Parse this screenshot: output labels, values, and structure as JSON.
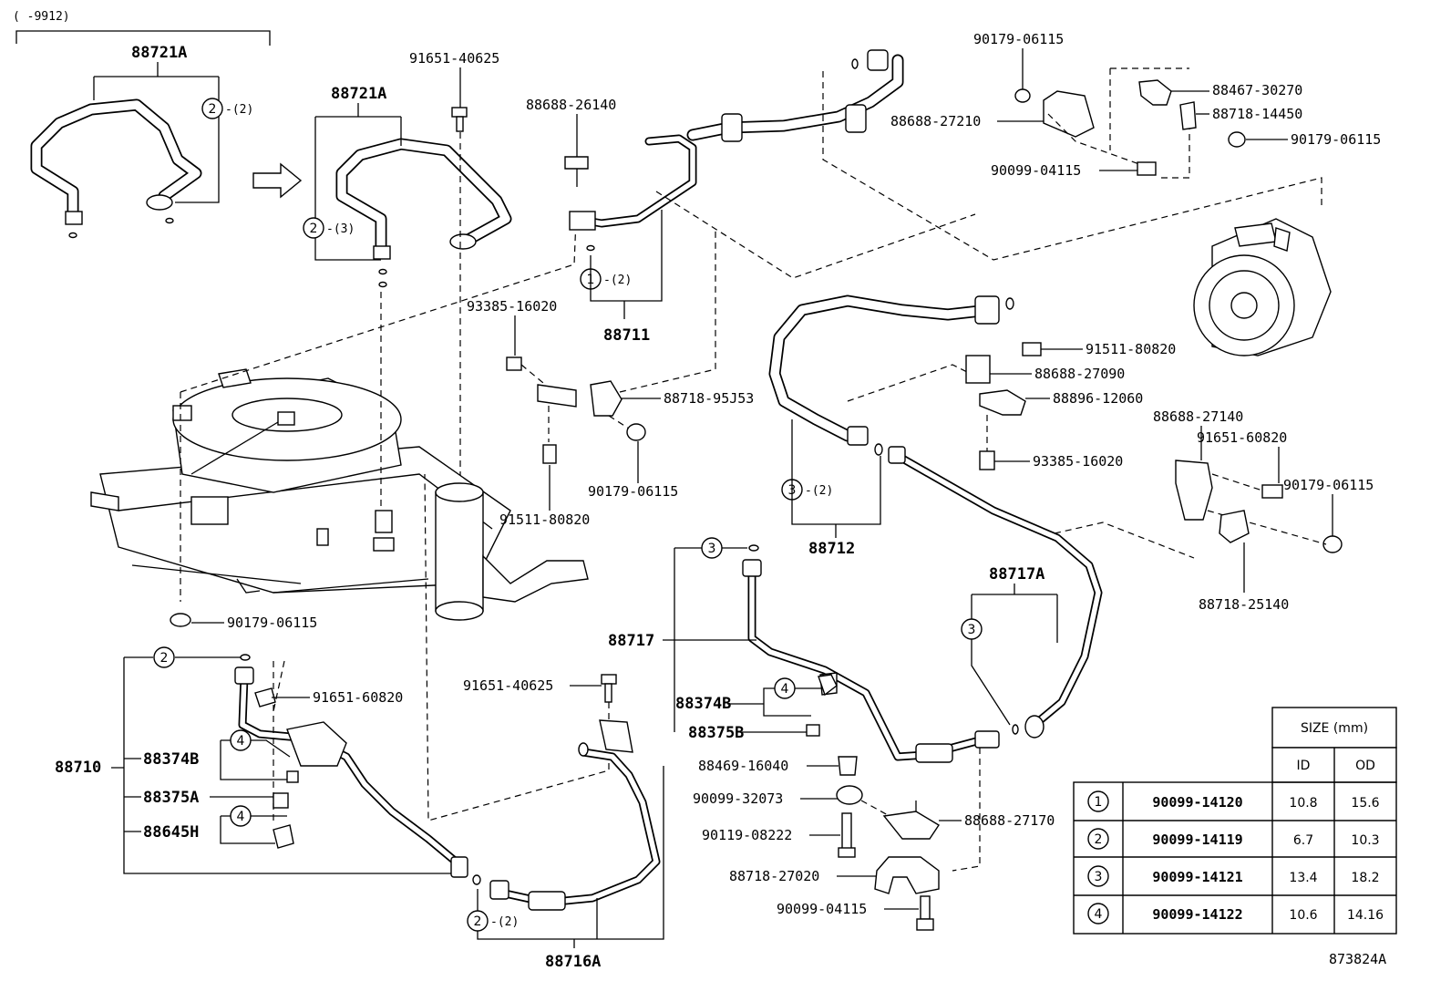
{
  "header_range": "(    -9912)",
  "figure_id": "873824A",
  "callouts": {
    "c88721A_1": "88721A",
    "c88721A_2": "88721A",
    "c91651_40625a": "91651-40625",
    "c88688_26140": "88688-26140",
    "c90179_06115a": "90179-06115",
    "c88467_30270": "88467-30270",
    "c88688_27210": "88688-27210",
    "c88718_14450": "88718-14450",
    "c90179_06115b": "90179-06115",
    "c90099_04115a": "90099-04115",
    "c93385_16020a": "93385-16020",
    "c88711": "88711",
    "c88718_95J53": "88718-95J53",
    "c91511_80820a": "91511-80820",
    "c88688_27090": "88688-27090",
    "c88896_12060": "88896-12060",
    "c93385_16020b": "93385-16020",
    "c90179_06115c": "90179-06115",
    "c91511_80820b": "91511-80820",
    "c88688_27140": "88688-27140",
    "c91651_60820a": "91651-60820",
    "c90179_06115d": "90179-06115",
    "c88712": "88712",
    "c88718_25140": "88718-25140",
    "c88717A": "88717A",
    "c90179_06115e": "90179-06115",
    "c88717": "88717",
    "c88374B_1": "88374B",
    "c88375B": "88375B",
    "c91651_60820b": "91651-60820",
    "c91651_40625b": "91651-40625",
    "c88710": "88710",
    "c88374B_2": "88374B",
    "c88375A": "88375A",
    "c88645H": "88645H",
    "c88469_16040": "88469-16040",
    "c90099_32073": "90099-32073",
    "c88688_27170": "88688-27170",
    "c90119_08222": "90119-08222",
    "c88718_27020": "88718-27020",
    "c90099_04115b": "90099-04115",
    "c88716A": "88716A"
  },
  "qty": {
    "q1": "-(2)",
    "q2": "-(3)",
    "q3": "-(2)",
    "q4": "-(2)",
    "q5": "-(2)"
  },
  "circle_numbers": [
    "1",
    "2",
    "3",
    "4"
  ],
  "size_table": {
    "header": "SIZE (mm)",
    "col_id": "ID",
    "col_od": "OD",
    "rows": [
      {
        "num": "1",
        "part": "90099-14120",
        "id": "10.8",
        "od": "15.6"
      },
      {
        "num": "2",
        "part": "90099-14119",
        "id": "6.7",
        "od": "10.3"
      },
      {
        "num": "3",
        "part": "90099-14121",
        "id": "13.4",
        "od": "18.2"
      },
      {
        "num": "4",
        "part": "90099-14122",
        "id": "10.6",
        "od": "14.16"
      }
    ]
  }
}
